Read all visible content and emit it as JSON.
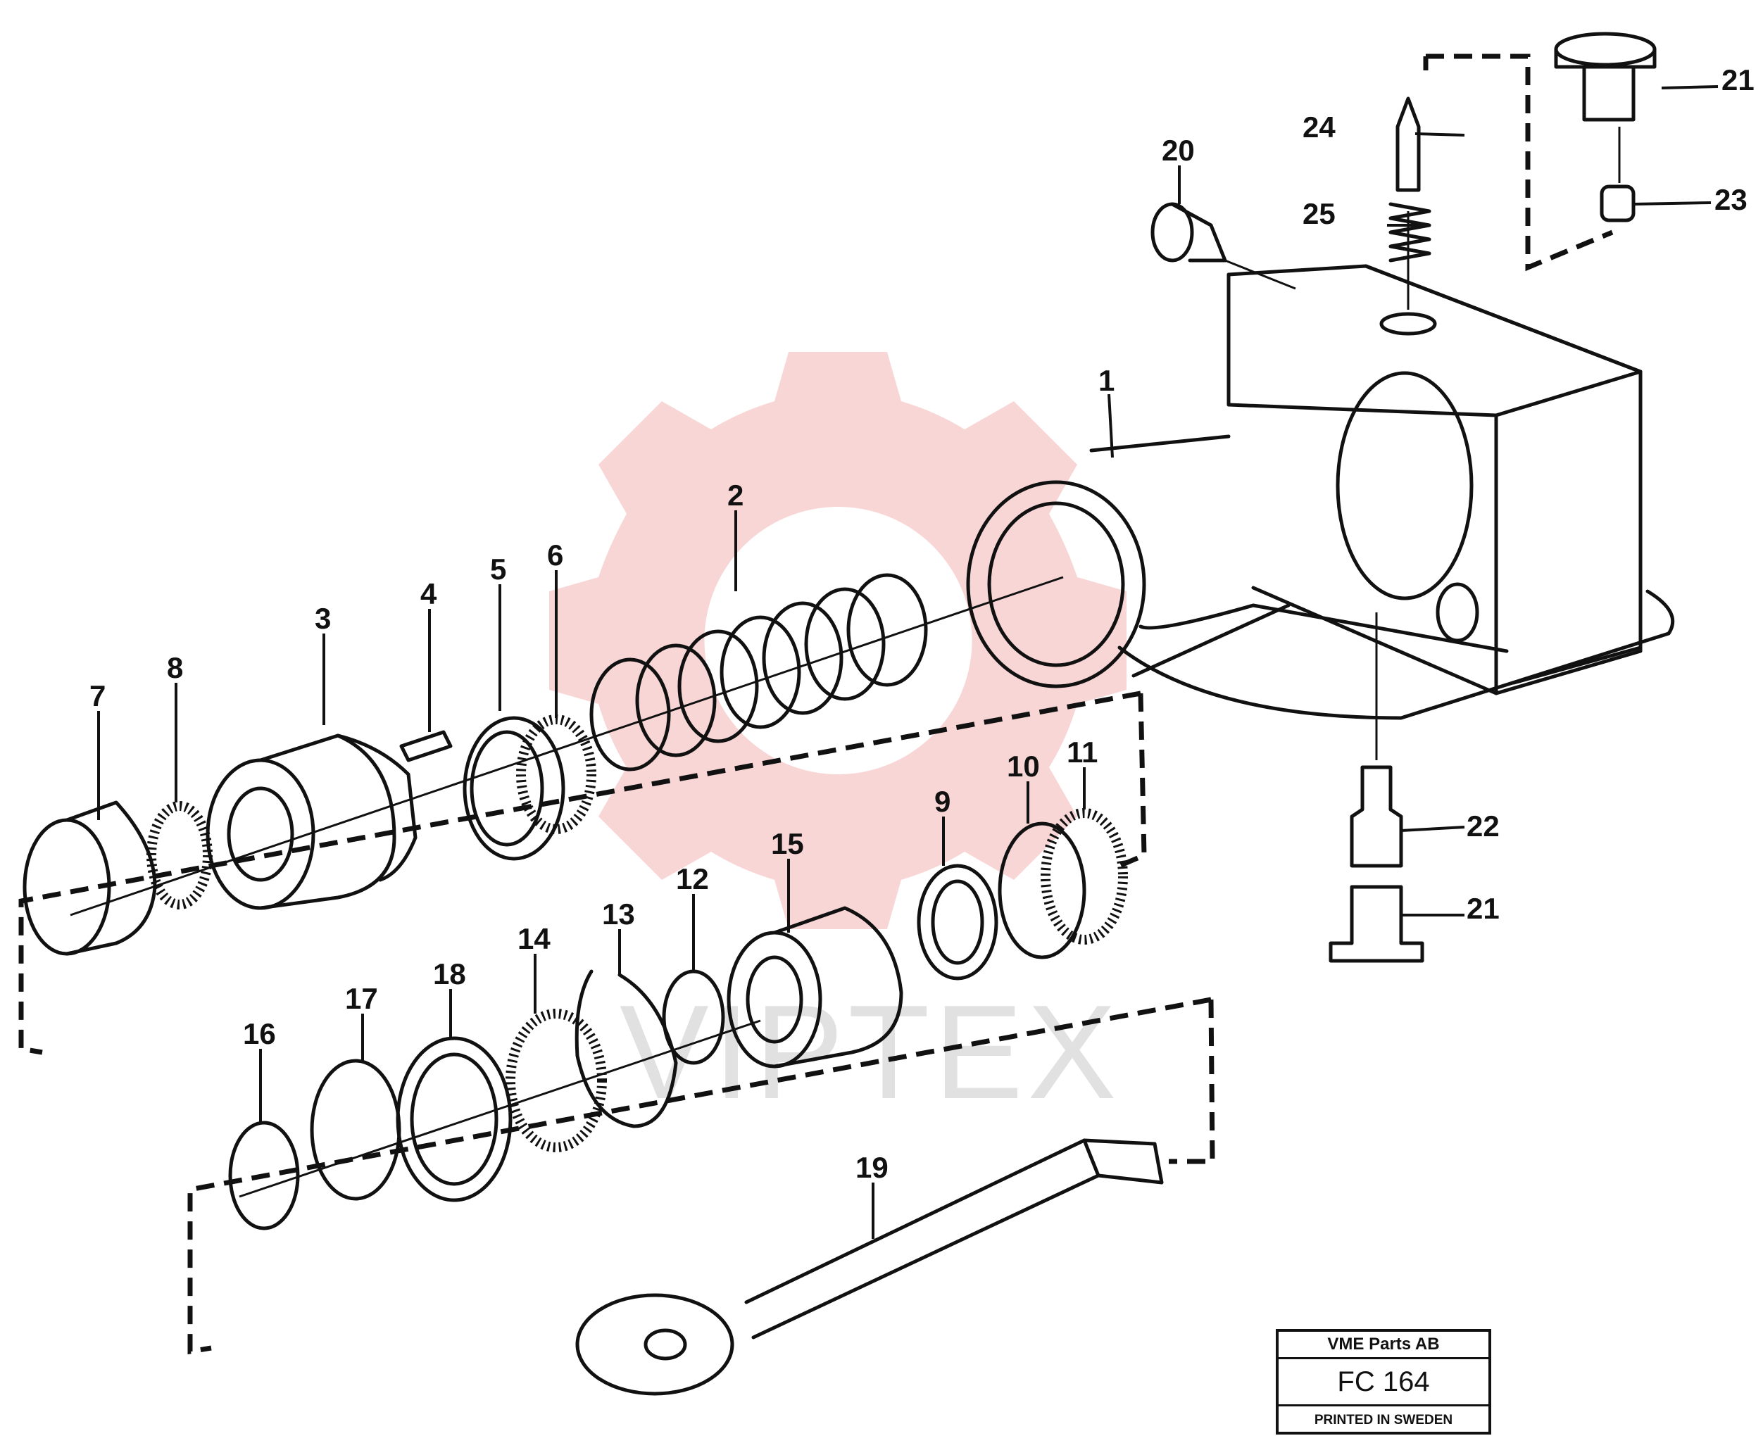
{
  "diagram": {
    "watermark_text": "VIPTEX",
    "callouts": {
      "c1": "1",
      "c2": "2",
      "c3": "3",
      "c4": "4",
      "c5": "5",
      "c6": "6",
      "c7": "7",
      "c8": "8",
      "c9": "9",
      "c10": "10",
      "c11": "11",
      "c12": "12",
      "c13": "13",
      "c14": "14",
      "c15": "15",
      "c16": "16",
      "c17": "17",
      "c18": "18",
      "c19": "19",
      "c20": "20",
      "c21a": "21",
      "c21b": "21",
      "c22": "22",
      "c23": "23",
      "c24": "24",
      "c25": "25"
    }
  },
  "title_block": {
    "company": "VME Parts AB",
    "figure_code": "FC 164",
    "printed": "PRINTED IN SWEDEN"
  }
}
